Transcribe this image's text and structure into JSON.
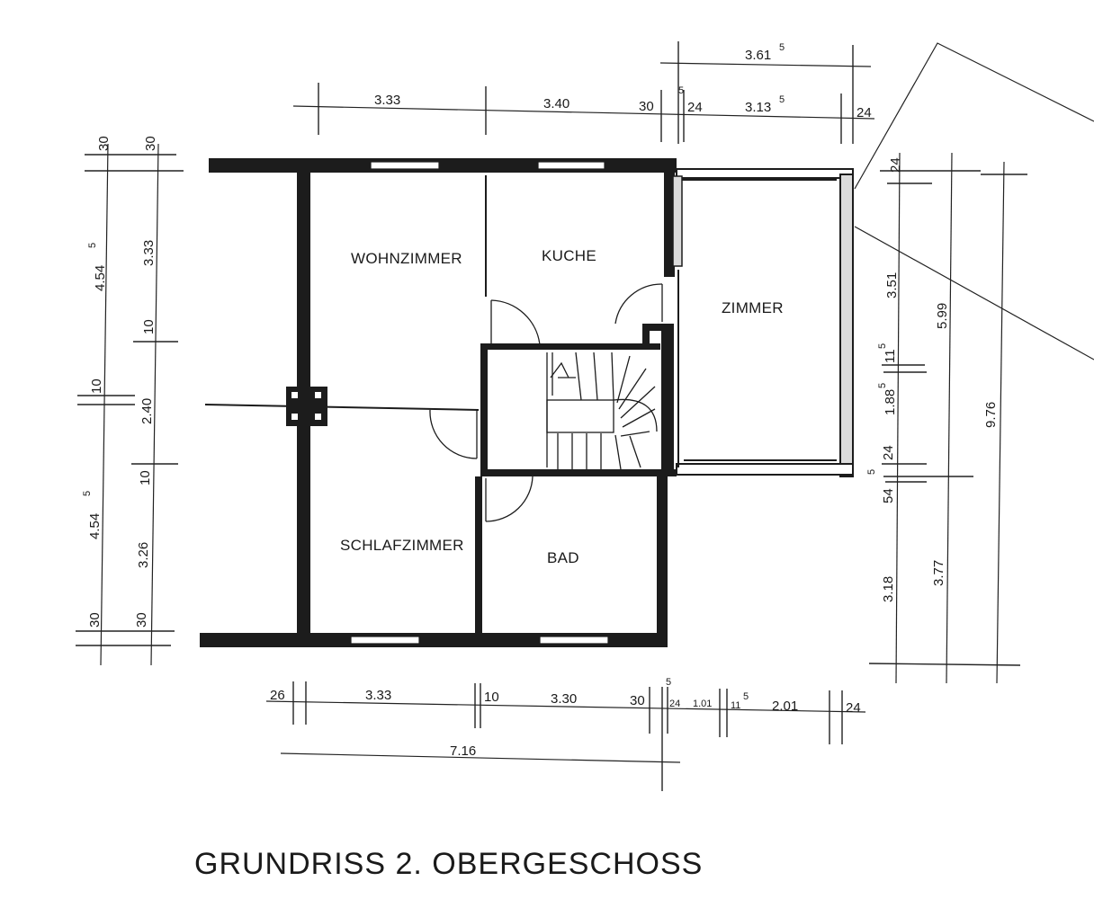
{
  "title": "GRUNDRISS 2. OBERGESCHOSS",
  "rooms": {
    "wohnzimmer": "WOHNZIMMER",
    "kuche": "KUCHE",
    "zimmer": "ZIMMER",
    "schlafzimmer": "SCHLAFZIMMER",
    "bad": "BAD"
  },
  "dims_top": {
    "overall_right": "3.61",
    "overall_right_sup": "5",
    "seg1": "3.33",
    "seg2": "3.40",
    "seg3": "30",
    "seg4_sup": "5",
    "seg5": "24",
    "seg6": "3.13",
    "seg6_sup": "5",
    "seg7": "24"
  },
  "dims_left": {
    "top_outer": "30",
    "top_inner": "30",
    "outer_upper": "4.54",
    "outer_upper_sup": "5",
    "inner_upper": "3.33",
    "inner_10a": "10",
    "outer_10": "10",
    "inner_mid": "2.40",
    "inner_10b": "10",
    "outer_lower": "4.54",
    "outer_lower_sup": "5",
    "inner_lower": "3.26",
    "bottom_outer": "30",
    "bottom_inner": "30"
  },
  "dims_right": {
    "r24": "24",
    "r351": "3.51",
    "r11": "11",
    "r11_sup": "5",
    "r188": "1.88",
    "r188_sup": "5",
    "r24b": "24",
    "r5": "5",
    "r54": "54",
    "r318": "3.18",
    "r599": "5.99",
    "r377": "3.77",
    "r976": "9.76"
  },
  "dims_bottom": {
    "b26": "26",
    "b333": "3.33",
    "b10": "10",
    "b330": "3.30",
    "b30": "30",
    "b5": "5",
    "b24": "24",
    "b101": "1.01",
    "b11": "11",
    "b11_sup": "5",
    "b201": "2.01",
    "b24b": "24",
    "b716": "7.16"
  }
}
